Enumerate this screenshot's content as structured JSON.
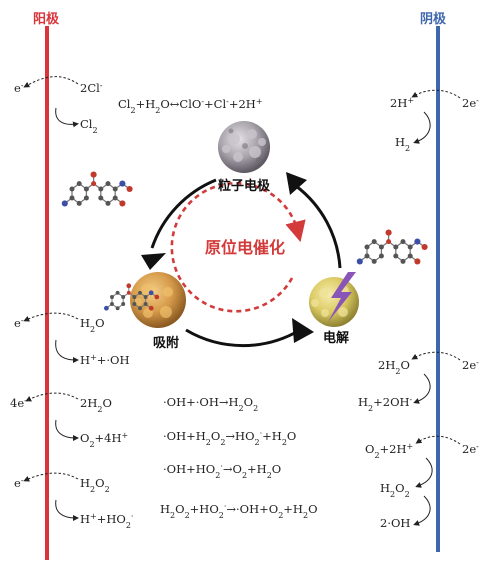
{
  "colors": {
    "anode": "#d9353a",
    "cathode": "#3f67ad",
    "center_text": "#d33a3a",
    "arrow": "#111111",
    "particle_gray": "#a9a4ac",
    "particle_orange": "#d69a4a",
    "particle_yellow": "#dccb63",
    "lightning": "#8a55b8"
  },
  "anode_label": "阳极",
  "cathode_label": "阴极",
  "center_text": "原位电催化",
  "cycle": {
    "top_label": "粒子电极",
    "left_label": "吸附",
    "right_label": "电解"
  },
  "icons": [
    "molecule-icon",
    "particle-icon",
    "lightning-icon"
  ],
  "eq": {
    "top": {
      "e": "e",
      "e_sup": "-",
      "from": "2Cl",
      "from_sup": "-",
      "to": "Cl",
      "to_sub": "2",
      "rxn": [
        [
          "Cl",
          ""
        ],
        [
          "2",
          "sub"
        ],
        [
          "+H",
          ""
        ],
        [
          "2",
          "sub"
        ],
        [
          "O↔ClO",
          ""
        ],
        [
          "-",
          "sup"
        ],
        [
          "+Cl",
          ""
        ],
        [
          "-",
          "sup"
        ],
        [
          "+2H",
          ""
        ],
        [
          "+",
          "sup"
        ]
      ]
    },
    "r1": {
      "e": "e",
      "e_sup": "-",
      "from": [
        [
          "H",
          ""
        ],
        [
          "2",
          "sub"
        ],
        [
          "O",
          ""
        ]
      ],
      "to": [
        [
          "H",
          ""
        ],
        [
          "+",
          "sup"
        ],
        [
          "+·OH",
          ""
        ]
      ]
    },
    "r2": {
      "e": "4e",
      "e_sup": "-",
      "from": [
        [
          "2H",
          ""
        ],
        [
          "2",
          "sub"
        ],
        [
          "O",
          ""
        ]
      ],
      "to": [
        [
          "O",
          ""
        ],
        [
          "2",
          "sub"
        ],
        [
          "+4H",
          ""
        ],
        [
          "+",
          "sup"
        ]
      ]
    },
    "r3": {
      "e": "e",
      "e_sup": "-",
      "from": [
        [
          "H",
          ""
        ],
        [
          "2",
          "sub"
        ],
        [
          "O",
          ""
        ],
        [
          "2",
          "sub"
        ]
      ],
      "to": [
        [
          "H",
          ""
        ],
        [
          "+",
          "sup"
        ],
        [
          "+HO",
          ""
        ],
        [
          "2",
          "sub"
        ],
        [
          "·",
          "sup"
        ]
      ]
    },
    "mid": [
      [
        [
          "·OH+·OH→H",
          ""
        ],
        [
          "2",
          "sub"
        ],
        [
          "O",
          ""
        ],
        [
          "2",
          "sub"
        ]
      ],
      [
        [
          "·OH+H",
          ""
        ],
        [
          "2",
          "sub"
        ],
        [
          "O",
          ""
        ],
        [
          "2",
          "sub"
        ],
        [
          "→HO",
          ""
        ],
        [
          "2",
          "sub"
        ],
        [
          "·",
          "sup"
        ],
        [
          "+H",
          ""
        ],
        [
          "2",
          "sub"
        ],
        [
          "O",
          ""
        ]
      ],
      [
        [
          "·OH+HO",
          ""
        ],
        [
          "2",
          "sub"
        ],
        [
          "·",
          "sup"
        ],
        [
          "→O",
          ""
        ],
        [
          "2",
          "sub"
        ],
        [
          "+H",
          ""
        ],
        [
          "2",
          "sub"
        ],
        [
          "O",
          ""
        ]
      ],
      [
        [
          "H",
          ""
        ],
        [
          "2",
          "sub"
        ],
        [
          "O",
          ""
        ],
        [
          "2",
          "sub"
        ],
        [
          "+HO",
          ""
        ],
        [
          "2",
          "sub"
        ],
        [
          "·",
          "sup"
        ],
        [
          "→·OH+O",
          ""
        ],
        [
          "2",
          "sub"
        ],
        [
          "+H",
          ""
        ],
        [
          "2",
          "sub"
        ],
        [
          "O",
          ""
        ]
      ]
    ],
    "c1": {
      "e": "2e",
      "e_sup": "-",
      "from": [
        [
          "2H",
          ""
        ],
        [
          "+",
          "sup"
        ]
      ],
      "to": [
        [
          "H",
          ""
        ],
        [
          "2",
          "sub"
        ]
      ]
    },
    "c2": {
      "e": "2e",
      "e_sup": "-",
      "from": [
        [
          "2H",
          ""
        ],
        [
          "2",
          "sub"
        ],
        [
          "O",
          ""
        ]
      ],
      "to": [
        [
          "H",
          ""
        ],
        [
          "2",
          "sub"
        ],
        [
          "+2OH",
          ""
        ],
        [
          "-",
          "sup"
        ]
      ]
    },
    "c3": {
      "e": "2e",
      "e_sup": "-",
      "from": [
        [
          "O",
          ""
        ],
        [
          "2",
          "sub"
        ],
        [
          "+2H",
          ""
        ],
        [
          "+",
          "sup"
        ]
      ],
      "mid": [
        [
          "H",
          ""
        ],
        [
          "2",
          "sub"
        ],
        [
          "O",
          ""
        ],
        [
          "2",
          "sub"
        ]
      ],
      "to": [
        [
          "2·OH",
          ""
        ]
      ]
    }
  }
}
